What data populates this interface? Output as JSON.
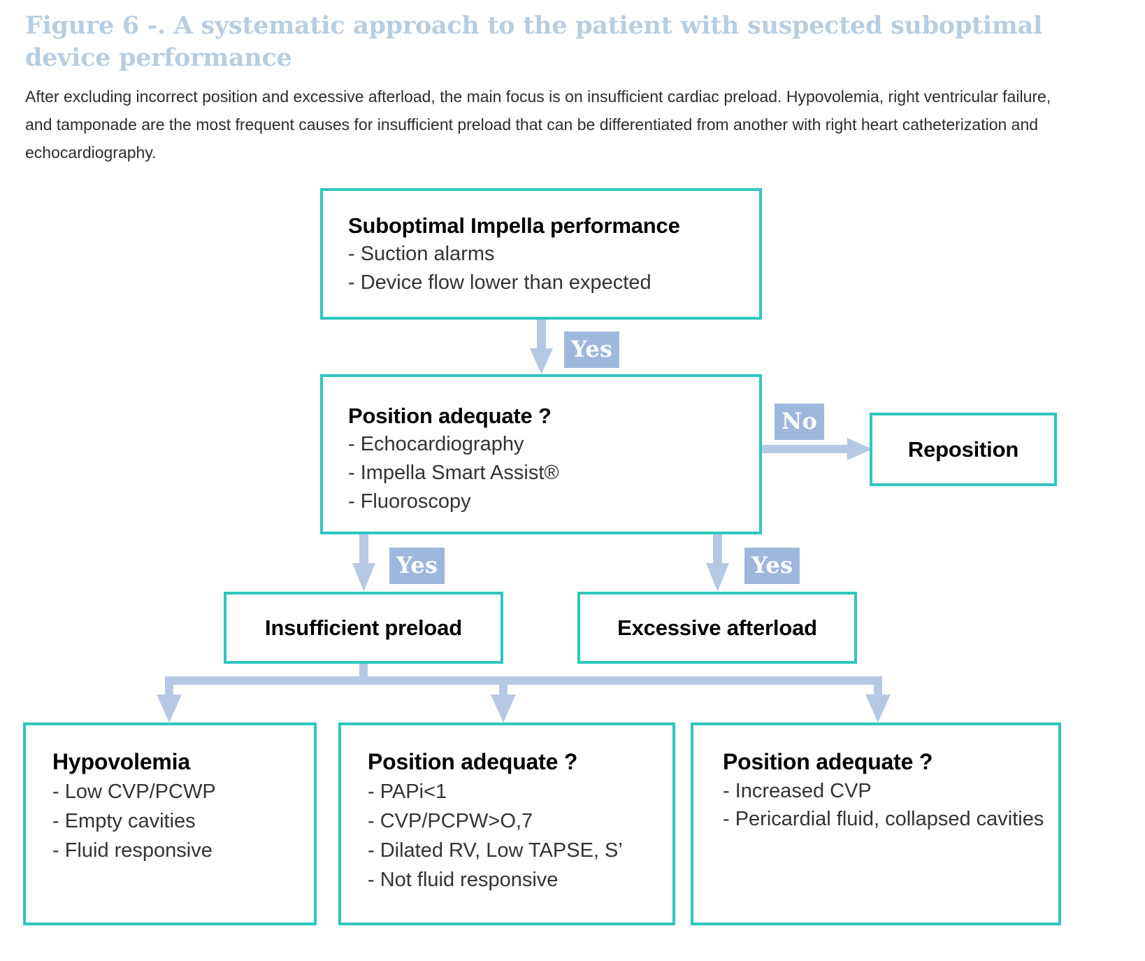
{
  "figure": {
    "title": "Figure 6 -. A systematic approach to the patient with suspected suboptimal device performance",
    "caption": "After excluding incorrect position and excessive afterload, the main focus is on insufficient cardiac preload. Hypovolemia, right ventricular failure, and tamponade are the most frequent causes for insufficient preload that can be differentiated from another with right heart catheterization and echocardiography."
  },
  "colors": {
    "box_border": "#2ec7bd",
    "arrow": "#b6c8e4",
    "label_bg": "#9db8dc",
    "label_text": "#ffffff",
    "title_text": "#b8cde0",
    "body_text": "#2c2c2c"
  },
  "nodes": {
    "suboptimal": {
      "title": "Suboptimal Impella performance",
      "lines": [
        "- Suction alarms",
        "- Device flow lower than expected"
      ]
    },
    "position": {
      "title": "Position adequate ?",
      "lines": [
        "- Echocardiography",
        "- Impella Smart Assist®",
        "- Fluoroscopy"
      ]
    },
    "reposition": {
      "title": "Reposition"
    },
    "preload": {
      "title": "Insufficient preload"
    },
    "afterload": {
      "title": "Excessive afterload"
    },
    "hypovolemia": {
      "title": "Hypovolemia",
      "lines": [
        "- Low CVP/PCWP",
        "- Empty cavities",
        "- Fluid responsive"
      ]
    },
    "rv_failure": {
      "title": "Position adequate ?",
      "lines": [
        "- PAPi<1",
        "- CVP/PCPW>O,7",
        "- Dilated RV, Low TAPSE, S’",
        "- Not fluid responsive"
      ]
    },
    "tamponade": {
      "title": "Position adequate ?",
      "lines": [
        "- Increased CVP",
        "- Pericardial fluid, collapsed cavities"
      ]
    }
  },
  "edge_labels": {
    "yes_1": "Yes",
    "no": "No",
    "yes_2": "Yes",
    "yes_3": "Yes"
  }
}
